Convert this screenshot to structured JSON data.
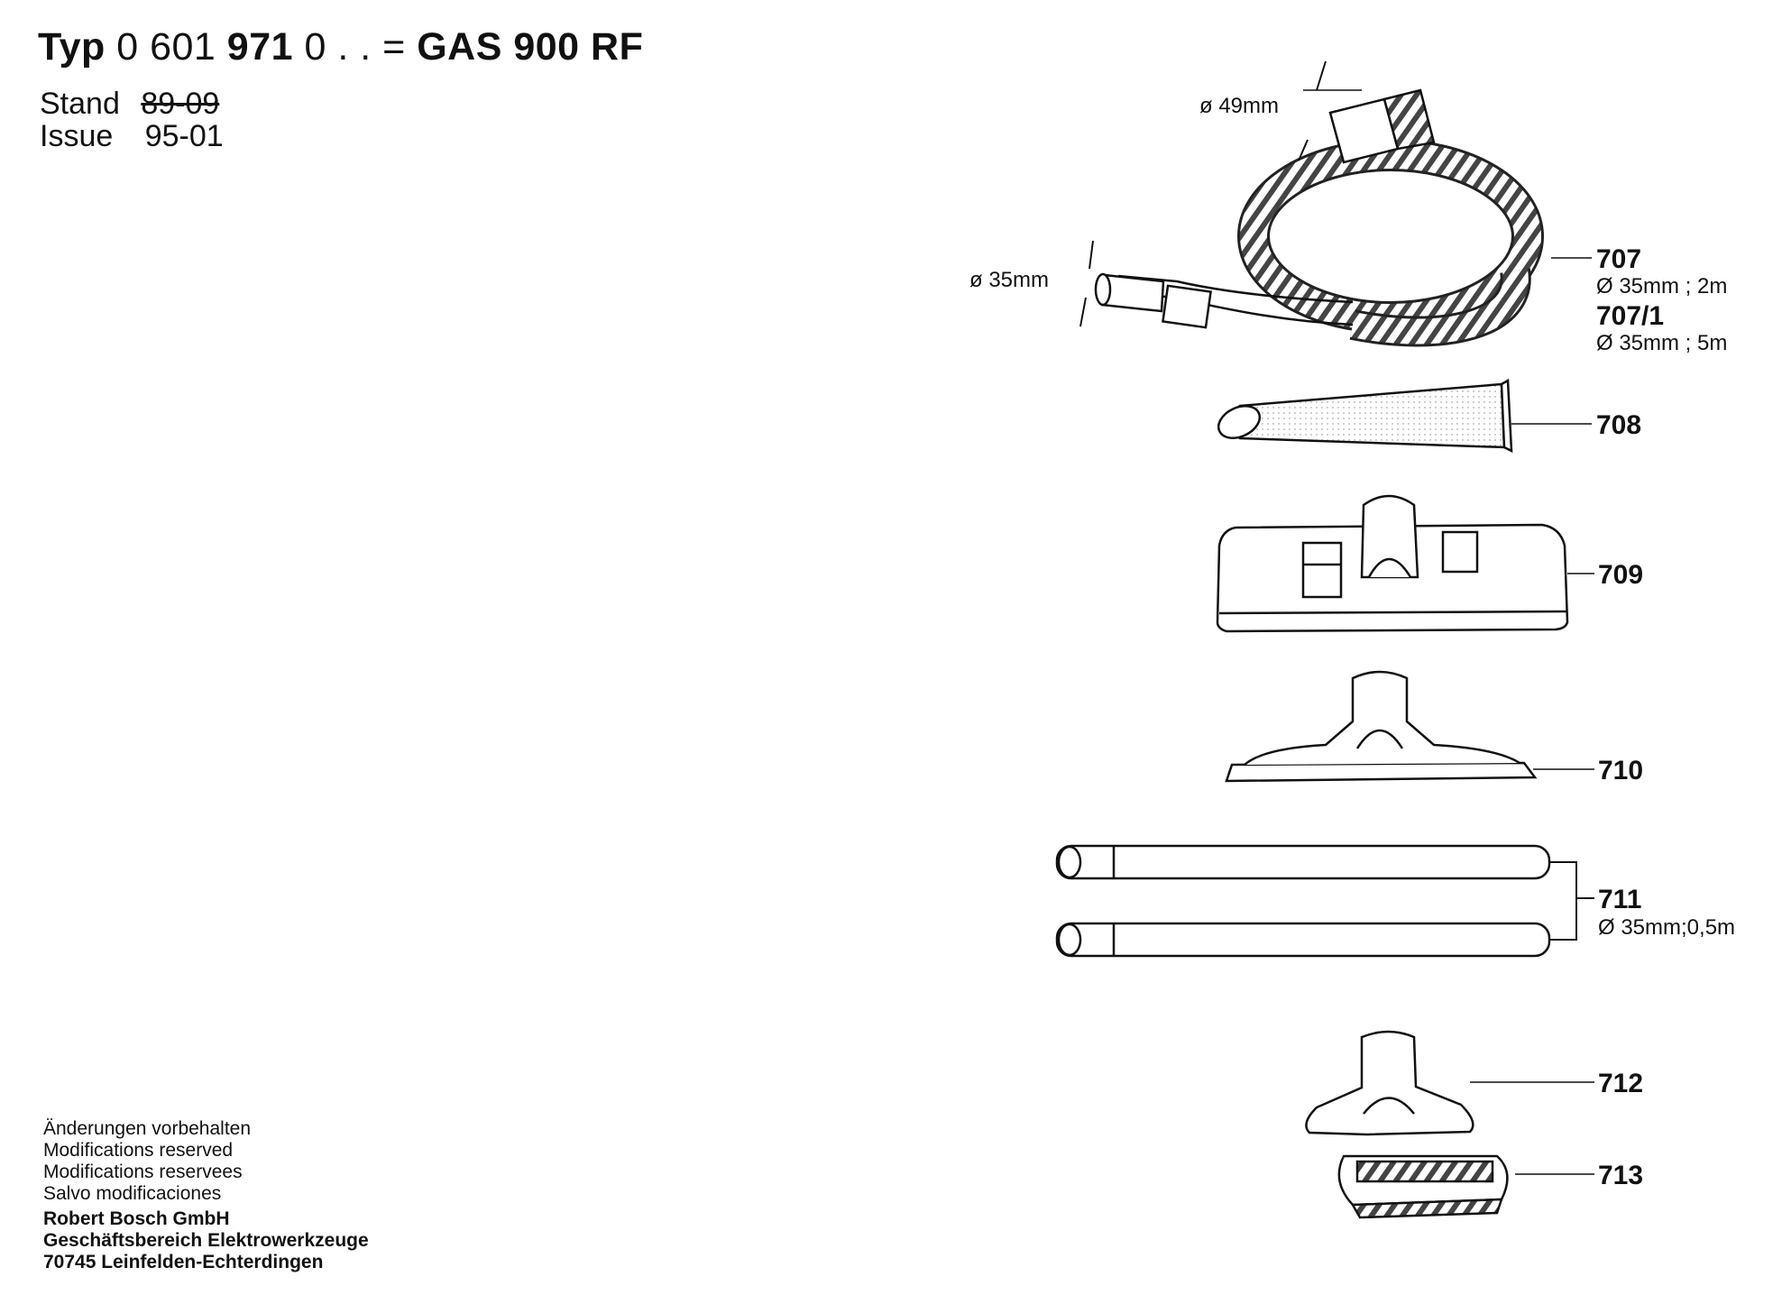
{
  "header": {
    "typ_label": "Typ",
    "part_number_plain_1": "0 601",
    "part_number_bold": "971",
    "part_number_plain_2": "0 . .",
    "equals": "=",
    "model": "GAS 900 RF",
    "stand_label": "Stand",
    "stand_value": "89-09",
    "issue_label": "Issue",
    "issue_value": "95-01"
  },
  "dimensions": {
    "hose_large_diameter": "ø 49mm",
    "hose_small_diameter": "ø 35mm"
  },
  "parts": [
    {
      "id": "707",
      "spec": "Ø 35mm ; 2m"
    },
    {
      "id": "707/1",
      "spec": "Ø 35mm ; 5m"
    },
    {
      "id": "708"
    },
    {
      "id": "709"
    },
    {
      "id": "710"
    },
    {
      "id": "711",
      "spec": "Ø 35mm;0,5m"
    },
    {
      "id": "712"
    },
    {
      "id": "713"
    }
  ],
  "footer": {
    "notes": [
      "Änderungen vorbehalten",
      "Modifications reserved",
      "Modifications reservees",
      "Salvo modificaciones"
    ],
    "company": [
      "Robert Bosch GmbH",
      "Geschäftsbereich Elektrowerkzeuge",
      "70745 Leinfelden-Echterdingen"
    ]
  }
}
